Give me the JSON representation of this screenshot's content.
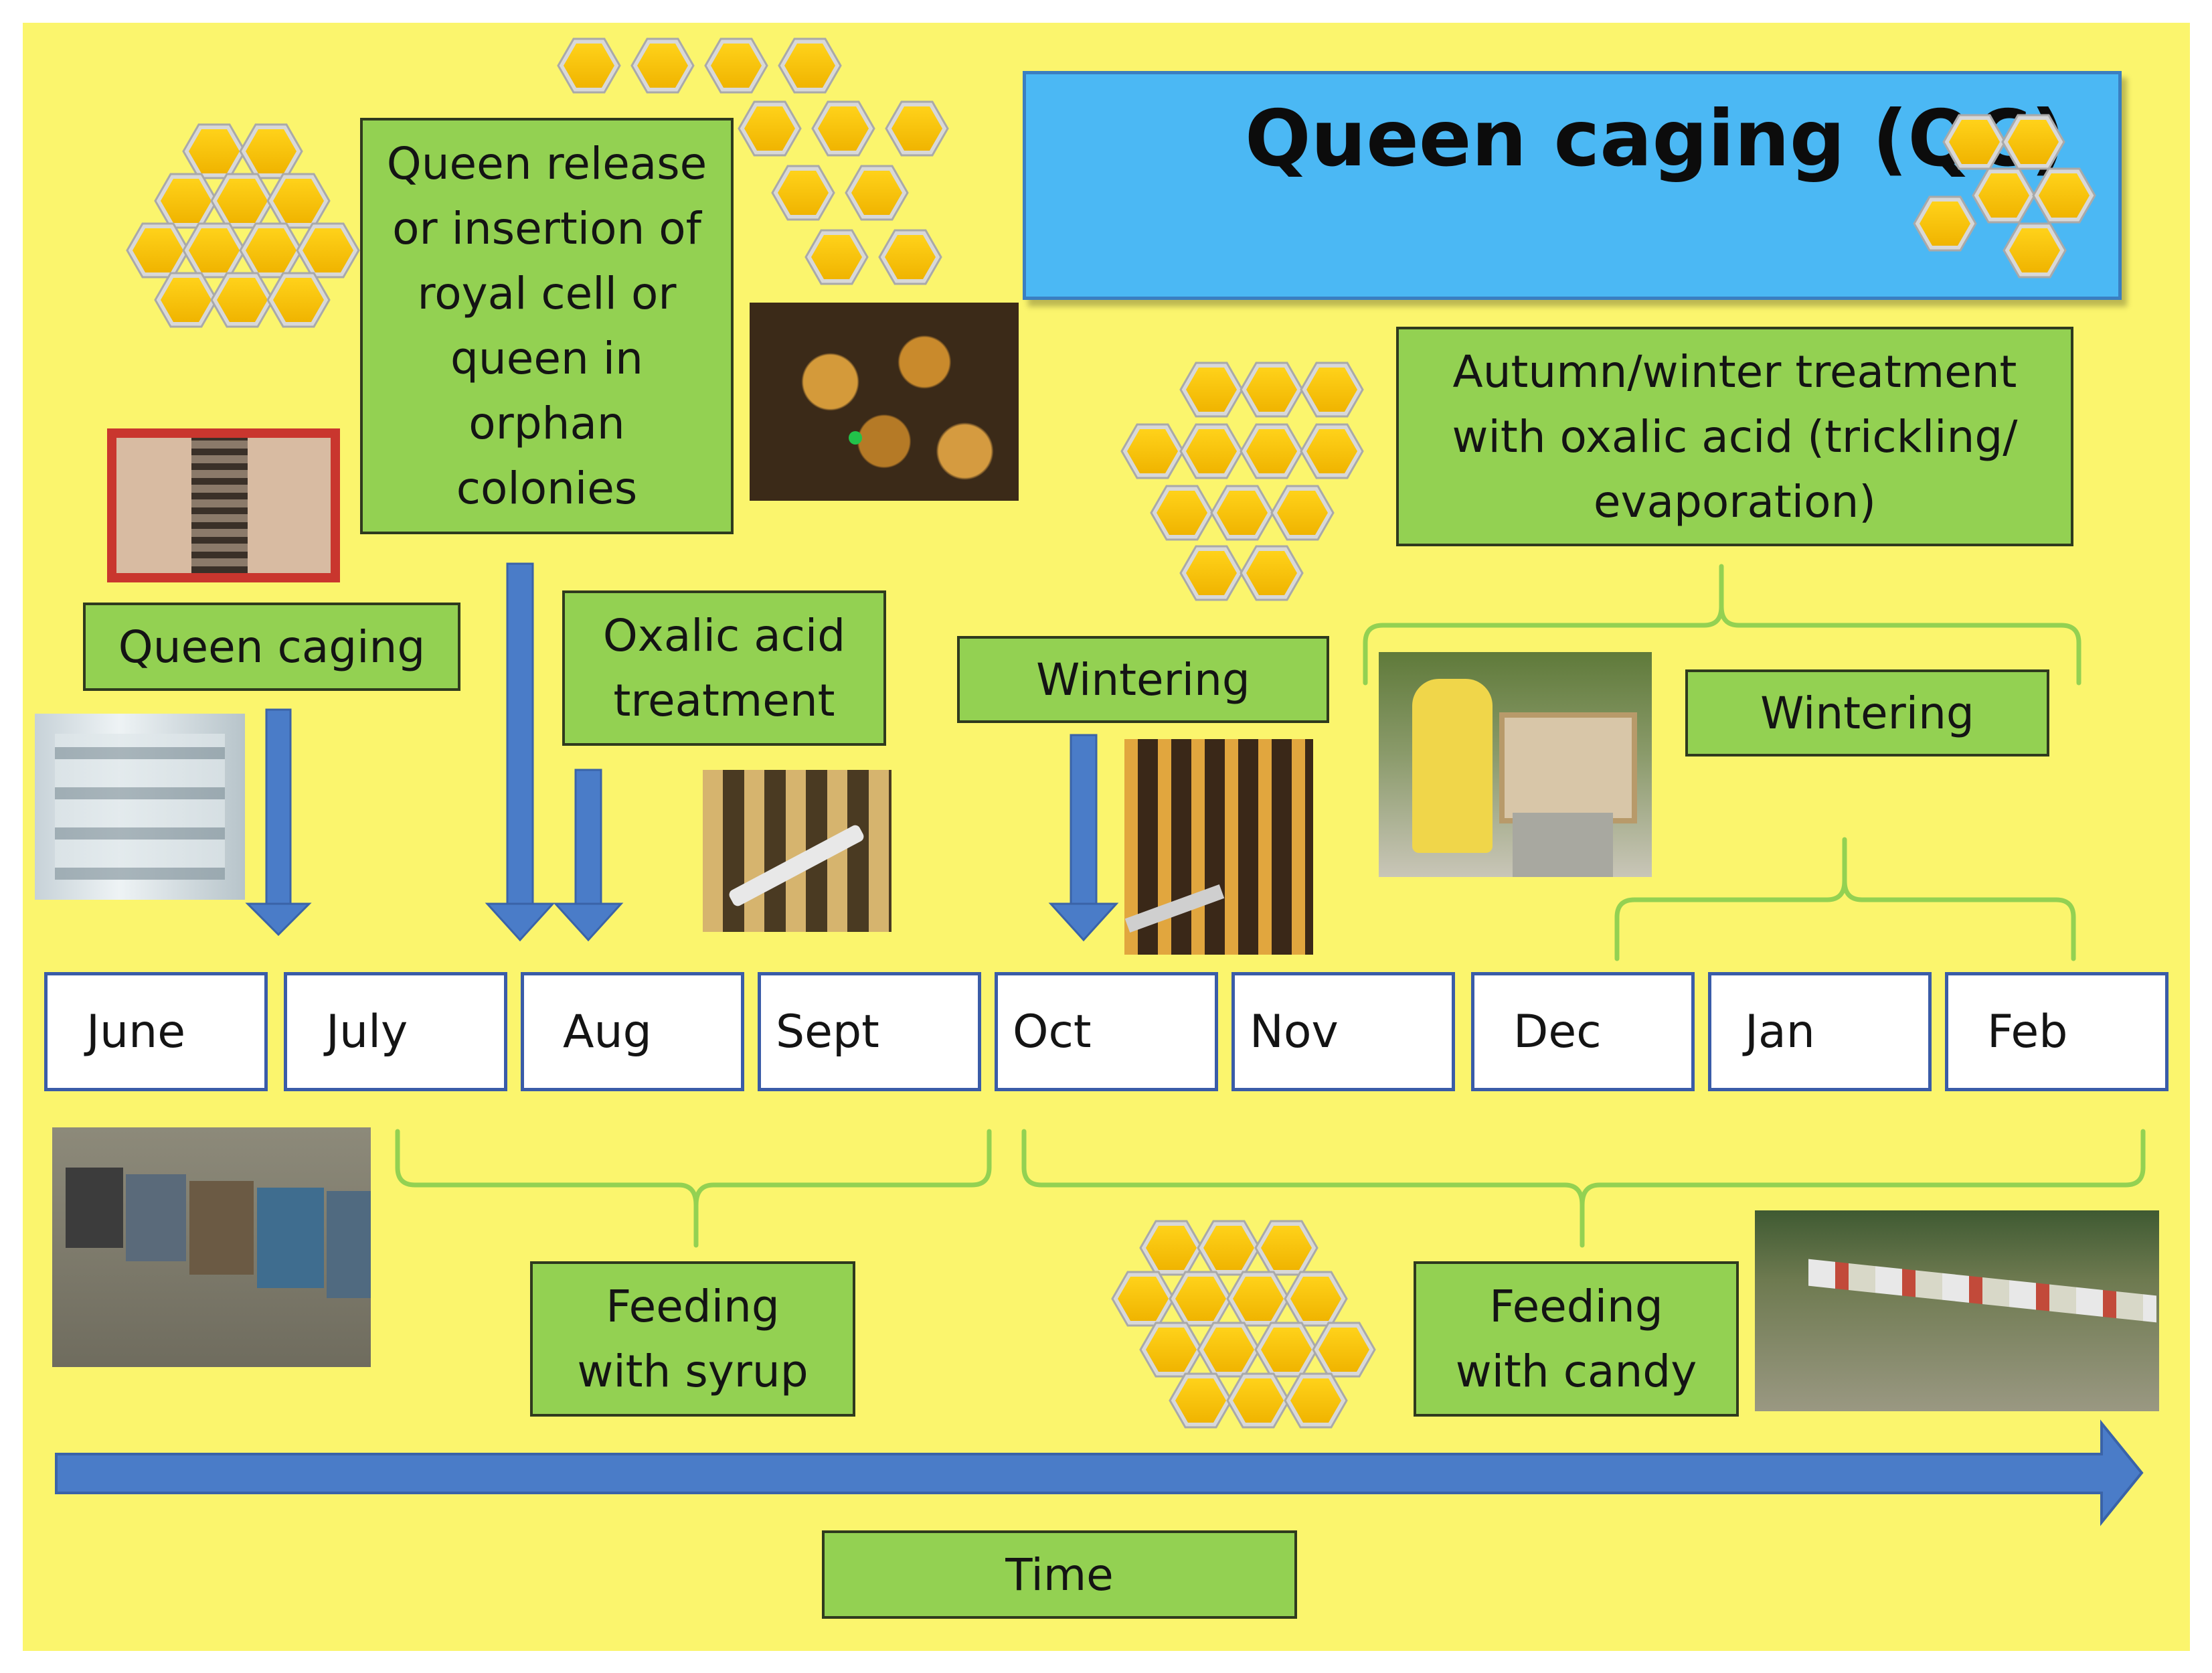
{
  "title": "Queen caging (QC)",
  "months": [
    "June",
    "July",
    "Aug",
    "Sept",
    "Oct",
    "Nov",
    "Dec",
    "Jan",
    "Feb"
  ],
  "events": {
    "queen_caging": "Queen caging",
    "queen_release": "Queen release\nor insertion of\nroyal cell or\nqueen in\norphan\ncolonies",
    "oxalic_acid": "Oxalic acid\ntreatment",
    "wintering_oct": "Wintering",
    "autumn_winter": "Autumn/winter treatment\nwith oxalic acid (trickling/\nevaporation)",
    "wintering_dec": "Wintering",
    "feeding_syrup": "Feeding\nwith syrup",
    "feeding_candy": "Feeding\nwith candy",
    "time": "Time"
  },
  "colors": {
    "background": "#fbf56d",
    "label_box": "#93d152",
    "title_box": "#4bb8f4",
    "arrow": "#4a7cc8",
    "month_border": "#3a5ca8",
    "bracket": "#93d152",
    "honeycomb": "#f5c400"
  },
  "icons": [
    "honeycomb-icon",
    "hive-frame-photo",
    "bees-photo",
    "beekeeper-photo",
    "apiary-photo"
  ]
}
